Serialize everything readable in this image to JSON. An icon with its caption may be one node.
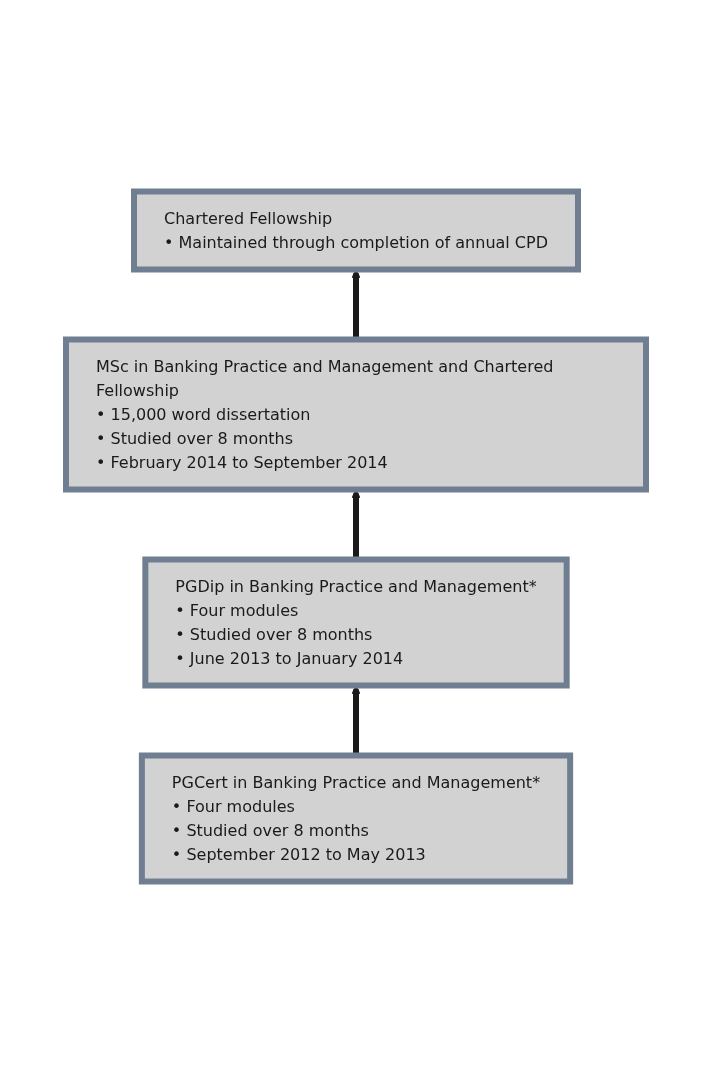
{
  "diagram": {
    "nodes": [
      {
        "text": [
          "Chartered Fellowship",
          "• Maintained through completion of annual CPD"
        ]
      },
      {
        "text": [
          "MSc in Banking Practice and Management and Chartered Fellowship",
          "• 15,000 word dissertation",
          "• Studied over 8 months",
          "• February 2014 to September 2014"
        ]
      },
      {
        "text": [
          "PGDip in Banking Practice and Management*",
          "• Four modules",
          "• Studied over 8 months",
          "• June 2013 to January 2014"
        ]
      },
      {
        "text": [
          "PGCert in Banking Practice and Management*",
          "• Four modules",
          "• Studied over 8 months",
          "• September 2012 to May 2013"
        ]
      }
    ],
    "edges": [
      {
        "from": 1,
        "to": 0,
        "arrow": "to"
      },
      {
        "from": 2,
        "to": 1,
        "arrow": "to"
      },
      {
        "from": 3,
        "to": 2,
        "arrow": "to"
      }
    ]
  }
}
